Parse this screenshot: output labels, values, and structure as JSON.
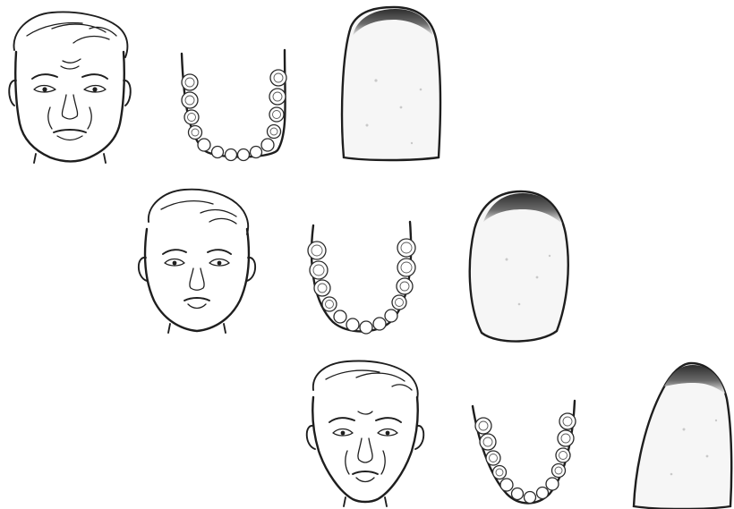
{
  "figure": {
    "rows": [
      {
        "face_shape": "square",
        "arch_form": "square",
        "incisor_outline": "square"
      },
      {
        "face_shape": "ovoid",
        "arch_form": "ovoid",
        "incisor_outline": "ovoid"
      },
      {
        "face_shape": "tapering",
        "arch_form": "tapering",
        "incisor_outline": "tapering"
      }
    ],
    "colors": {
      "ink": "#1e1e1e",
      "paper": "#ffffff",
      "shade_dark": "#3a3a3a",
      "shade_light": "#cfcfcf",
      "incisor_fill": "#f4f4f4"
    }
  }
}
